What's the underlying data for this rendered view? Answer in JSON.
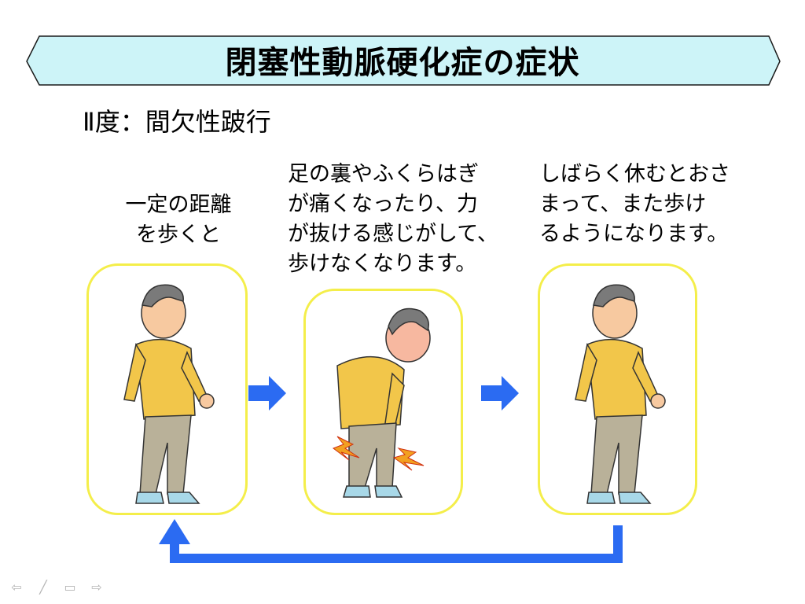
{
  "slide": {
    "title": "閉塞性動脈硬化症の症状",
    "subtitle": "Ⅱ度：間欠性跛行",
    "captions": [
      "一定の距離\nを歩くと",
      "足の裏やふくらはぎ\nが痛くなったり、力\nが抜ける感じがして、\n歩けなくなります。",
      "しばらく休むとおさ\nまって、また歩け\nるようになります。"
    ]
  },
  "colors": {
    "banner_fill": "#cdf4f8",
    "panel_border": "#f4ee4a",
    "arrow": "#2b6bf2",
    "shirt": "#f2c64a",
    "pants": "#b9b199"
  },
  "nav": {
    "icons": [
      "arrow-left-icon",
      "pen-icon",
      "menu-icon",
      "arrow-right-icon"
    ]
  }
}
